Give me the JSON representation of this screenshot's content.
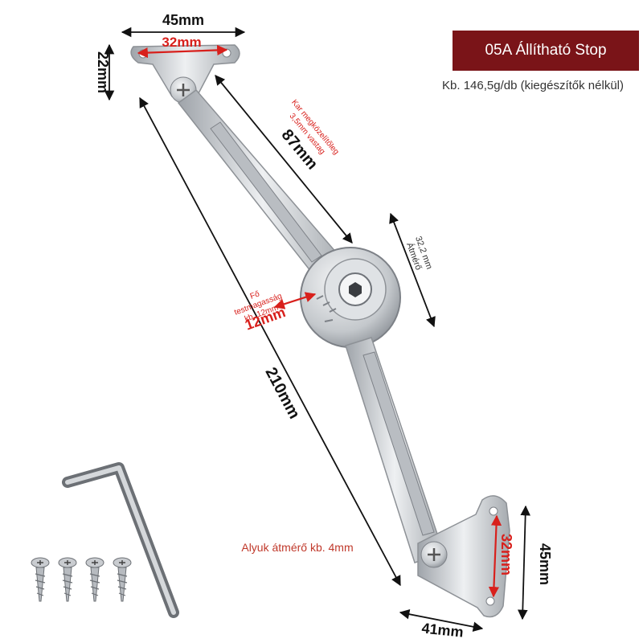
{
  "title": "05A Állítható Stop",
  "weight_note": "Kb. 146,5g/db (kiegészítők nélkül)",
  "colors": {
    "accent": "#7a1418",
    "red_annotation": "#d8201c",
    "note_red": "#c0392b",
    "metal": "#c9ccd0",
    "metal_dark": "#8d9196"
  },
  "dimensions": {
    "top_width": "45mm",
    "top_hole_spacing": "32mm",
    "top_height": "22mm",
    "arm_length": "87mm",
    "arm_note": [
      "Kar megközelítőleg",
      "3,5mm vastag"
    ],
    "overall_length": "210mm",
    "body_diameter_label": "Átmérő",
    "body_diameter_value": "32,2 mm",
    "body_height_note": [
      "Fő",
      "testmagasság",
      "kb. 12mm"
    ],
    "body_height": "12mm",
    "hole_note": "Alyuk átmérő kb. 4mm",
    "bottom_hole_spacing": "32mm",
    "bottom_height": "45mm",
    "bottom_width": "41mm"
  },
  "accessories": {
    "icons": [
      "hex-key-icon",
      "screw-icon"
    ],
    "screw_count": 4
  }
}
